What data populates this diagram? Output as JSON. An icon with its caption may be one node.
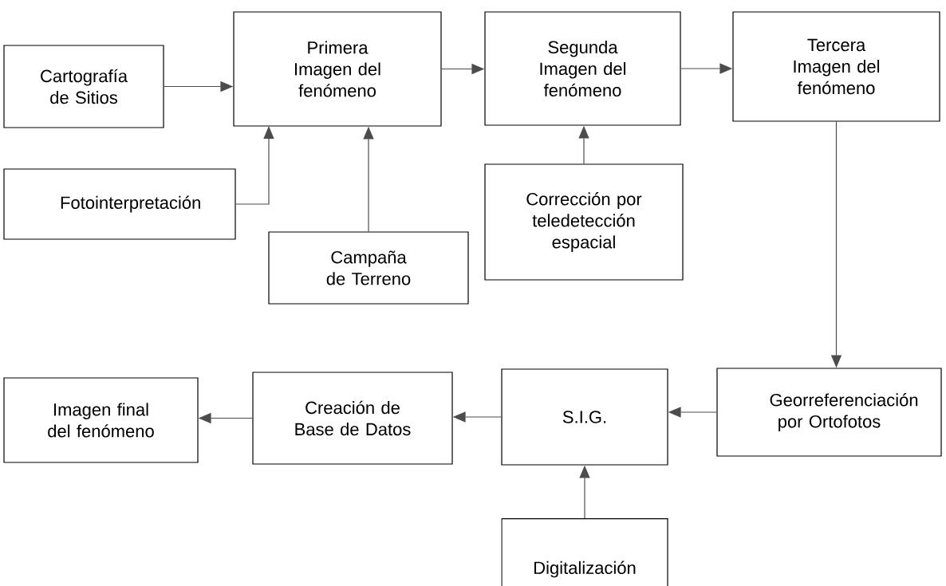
{
  "diagram": {
    "nodes": [
      {
        "text": [
          "Cartografía de Sitios"
        ]
      },
      {
        "text": [
          "Primera Imagen del fenómeno"
        ]
      },
      {
        "text": [
          "Segunda Imagen del fenómeno"
        ]
      },
      {
        "text": [
          "Tercera Imagen del fenómeno"
        ]
      },
      {
        "text": [
          "Fotointerpretación"
        ]
      },
      {
        "text": [
          "Campaña de Terreno"
        ]
      },
      {
        "text": [
          "Corrección por teledetección espacial"
        ]
      },
      {
        "text": [
          "Georreferenciación por Ortofotos"
        ]
      },
      {
        "text": [
          "S.I.G."
        ]
      },
      {
        "text": [
          "Creación de Base de Datos"
        ]
      },
      {
        "text": [
          "Imagen final del fenómeno"
        ]
      },
      {
        "text": [
          "Digitalización"
        ]
      }
    ],
    "edges": [
      {
        "from": 0,
        "to": 1,
        "arrow": "to"
      },
      {
        "from": 1,
        "to": 2,
        "arrow": "to"
      },
      {
        "from": 2,
        "to": 3,
        "arrow": "to"
      },
      {
        "from": 4,
        "to": 1,
        "arrow": "to"
      },
      {
        "from": 5,
        "to": 1,
        "arrow": "to"
      },
      {
        "from": 6,
        "to": 2,
        "arrow": "to"
      },
      {
        "from": 3,
        "to": 7,
        "arrow": "to"
      },
      {
        "from": 7,
        "to": 8,
        "arrow": "to"
      },
      {
        "from": 8,
        "to": 9,
        "arrow": "to"
      },
      {
        "from": 9,
        "to": 10,
        "arrow": "to"
      },
      {
        "from": 11,
        "to": 8,
        "arrow": "to"
      }
    ]
  }
}
